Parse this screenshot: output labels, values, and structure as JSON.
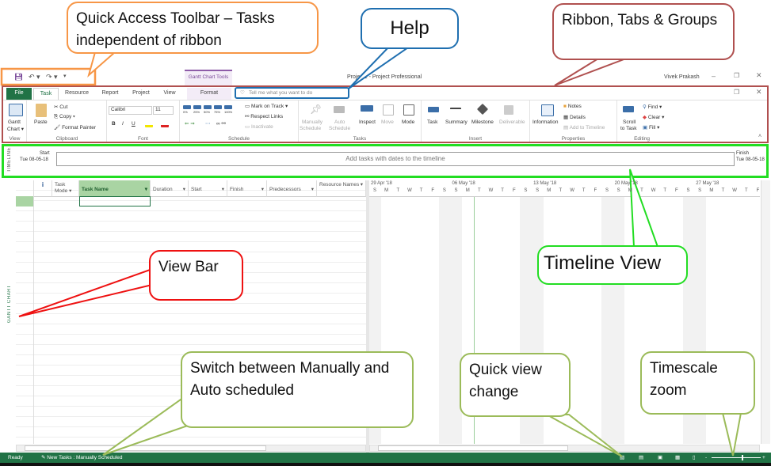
{
  "window": {
    "title": "Project1 - Project Professional",
    "user": "Vivek Prakash",
    "context_tab_group": "Gantt Chart Tools"
  },
  "quick_access": {
    "icons": [
      "save-icon",
      "undo-icon",
      "redo-icon",
      "customize-icon"
    ]
  },
  "tabs": [
    "File",
    "Task",
    "Resource",
    "Report",
    "Project",
    "View",
    "Format"
  ],
  "active_tab": "Task",
  "tell_me": {
    "placeholder": "Tell me what you want to do"
  },
  "ribbon": {
    "view": {
      "label": "View",
      "gantt": "Gantt",
      "chart": "Chart ▾"
    },
    "clipboard": {
      "label": "Clipboard",
      "paste": "Paste",
      "cut": "Cut",
      "copy": "Copy",
      "format_painter": "Format Painter"
    },
    "font": {
      "label": "Font",
      "name": "Calibri",
      "size": "11",
      "bold": "B",
      "italic": "I",
      "underline": "U"
    },
    "schedule": {
      "label": "Schedule",
      "percents": [
        "0%",
        "25%",
        "50%",
        "75%",
        "100%"
      ],
      "mark_on_track": "Mark on Track",
      "respect_links": "Respect Links",
      "inactivate": "Inactivate"
    },
    "tasks": {
      "label": "Tasks",
      "manually": "Manually",
      "manually2": "Schedule",
      "auto": "Auto",
      "auto2": "Schedule",
      "inspect": "Inspect",
      "move": "Move",
      "mode": "Mode"
    },
    "insert": {
      "label": "Insert",
      "task": "Task",
      "summary": "Summary",
      "milestone": "Milestone",
      "deliverable": "Deliverable"
    },
    "properties": {
      "label": "Properties",
      "information": "Information",
      "notes": "Notes",
      "details": "Details",
      "add_to_timeline": "Add to Timeline"
    },
    "editing": {
      "label": "Editing",
      "scroll": "Scroll",
      "to_task": "to Task",
      "find": "Find ▾",
      "clear": "Clear ▾",
      "fill": "Fill ▾"
    }
  },
  "timeline": {
    "side_label": "TIMELINE",
    "start_label": "Start",
    "start_date": "Tue 08-05-18",
    "finish_label": "Finish",
    "finish_date": "Tue 08-05-18",
    "placeholder": "Add tasks with dates to the timeline"
  },
  "view_bar_label": "GANTT CHART",
  "table": {
    "columns": [
      "i",
      "Task Mode",
      "Task Name",
      "Duration",
      "Start",
      "Finish",
      "Predecessors",
      "Resource Names"
    ]
  },
  "gantt": {
    "weeks": [
      "29 Apr '18",
      "06 May '18",
      "13 May '18",
      "20 May '18",
      "27 May '18"
    ],
    "days": [
      "S",
      "M",
      "T",
      "W",
      "T",
      "F",
      "S"
    ]
  },
  "status": {
    "ready": "Ready",
    "new_tasks": "New Tasks : Manually Scheduled",
    "views": [
      "gantt-view-icon",
      "task-usage-icon",
      "team-planner-icon",
      "resource-sheet-icon",
      "reports-icon"
    ]
  },
  "annotations": {
    "qat": "Quick Access Toolbar – Tasks independent of ribbon",
    "help": "Help",
    "ribbon": "Ribbon, Tabs & Groups",
    "timeline": "Timeline View",
    "view_bar": "View Bar",
    "switch": "Switch between Manually and Auto scheduled",
    "quick_view": "Quick view change",
    "timescale": "Timescale zoom"
  },
  "colors": {
    "brand_green": "#217346",
    "qat_callout": "#f79646",
    "help_callout": "#1f6fb0",
    "ribbon_callout": "#b0504f",
    "timeline_callout": "#22dd22",
    "viewbar_callout": "#ee1111",
    "status_callout": "#9bbb59"
  }
}
